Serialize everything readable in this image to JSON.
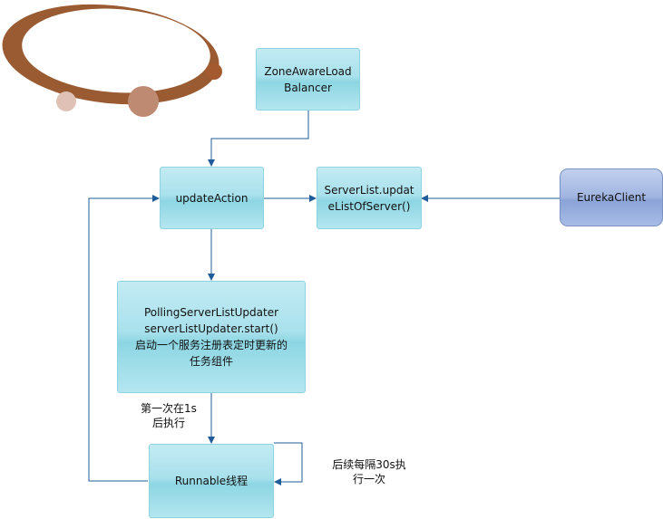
{
  "nodes": {
    "zone_aware": [
      "ZoneAwareLoad",
      "Balancer"
    ],
    "update_action": [
      "updateAction"
    ],
    "server_list": [
      "ServerList.updat",
      "eListOfServer()"
    ],
    "eureka_client": [
      "EurekaClient"
    ],
    "polling": [
      "PollingServerListUpdater",
      "serverListUpdater.start()",
      "启动一个服务注册表定时更新的",
      "任务组件"
    ],
    "runnable": [
      "Runnable线程"
    ]
  },
  "labels": {
    "first_run": [
      "第一次在1s",
      "后执行"
    ],
    "repeat": [
      "后续每隔30s执",
      "行一次"
    ]
  },
  "colors": {
    "arrow": "#1f5c99",
    "logo_ring": "#9a5a32",
    "node_fill": "#a9e1ec",
    "eureka_fill": "#9fb4e0"
  }
}
